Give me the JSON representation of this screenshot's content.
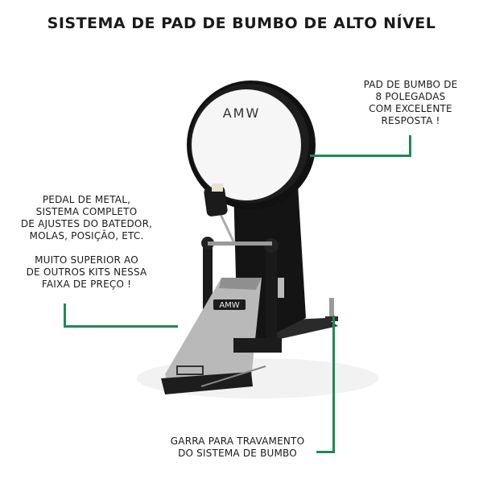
{
  "title": "SISTEMA DE PAD DE BUMBO DE ALTO NÍVEL",
  "callouts": {
    "pad": {
      "lines": [
        "PAD DE BUMBO DE",
        "8 POLEGADAS",
        "COM EXCELENTE",
        "RESPOSTA !"
      ]
    },
    "pedal": {
      "lines": [
        "PEDAL DE METAL,",
        "SISTEMA COMPLETO",
        "DE AJUSTES DO BATEDOR,",
        "MOLAS, POSIÇÃO, ETC."
      ],
      "lines2": [
        "MUITO SUPERIOR AO",
        "DE OUTROS KITS NESSA",
        "FAIXA DE PREÇO !"
      ]
    },
    "clamp": {
      "lines": [
        "GARRA PARA TRAVAMENTO",
        "DO SISTEMA DE BUMBO"
      ]
    }
  },
  "brand": {
    "pad_logo": "AMW",
    "pedal_logo": "AMW"
  },
  "colors": {
    "accent_line": "#1e8a55",
    "background": "#ffffff",
    "text": "#1a1a1a"
  }
}
